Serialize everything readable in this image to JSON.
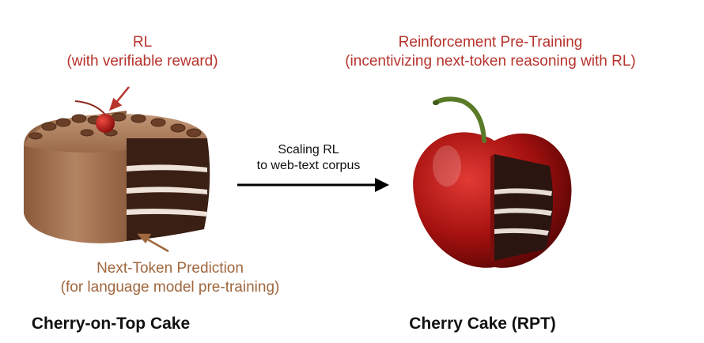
{
  "left": {
    "top_label_line1": "RL",
    "top_label_line2": "(with verifiable reward)",
    "bottom_label_line1": "Next-Token Prediction",
    "bottom_label_line2": "(for language model pre-training)",
    "caption": "Cherry-on-Top Cake"
  },
  "middle": {
    "arrow_label_line1": "Scaling RL",
    "arrow_label_line2": "to web-text corpus"
  },
  "right": {
    "top_label_line1": "Reinforcement Pre-Training",
    "top_label_line2": "(incentivizing next-token reasoning with RL)",
    "caption": "Cherry Cake (RPT)"
  },
  "colors": {
    "rl_label": "#b7332c",
    "ntp_label": "#a0673e",
    "text": "#111111"
  }
}
